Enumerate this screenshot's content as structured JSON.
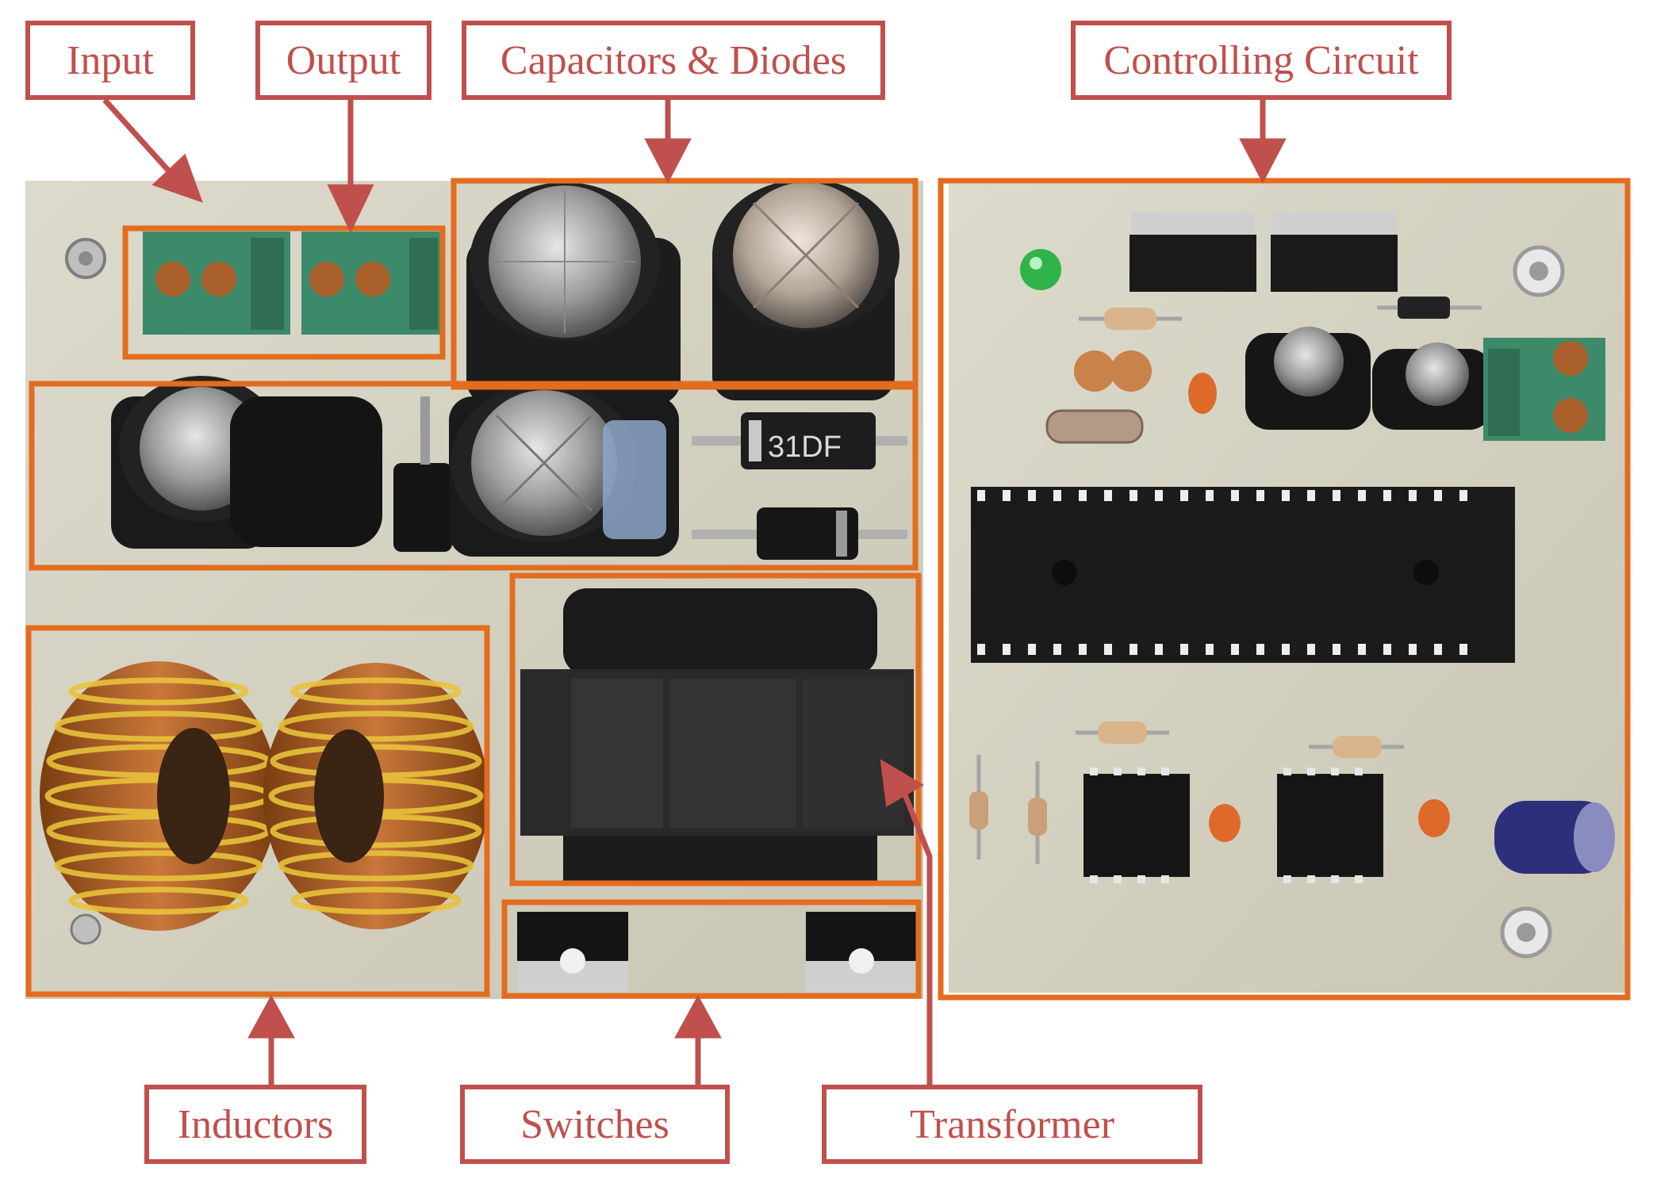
{
  "labels": {
    "input": "Input",
    "output": "Output",
    "capacitors_diodes": "Capacitors & Diodes",
    "controlling_circuit": "Controlling Circuit",
    "inductors": "Inductors",
    "switches": "Switches",
    "transformer": "Transformer"
  },
  "components": {
    "diode_marking": "31DF"
  },
  "colors": {
    "label_border": "#c0504d",
    "label_text": "#c0504d",
    "region_border": "#e36c1f",
    "arrow": "#c0504d",
    "pcb": "#d6d3c4",
    "terminal_green": "#3d8a6b",
    "copper": "#b8692a",
    "winding_yellow": "#e8c23a"
  }
}
